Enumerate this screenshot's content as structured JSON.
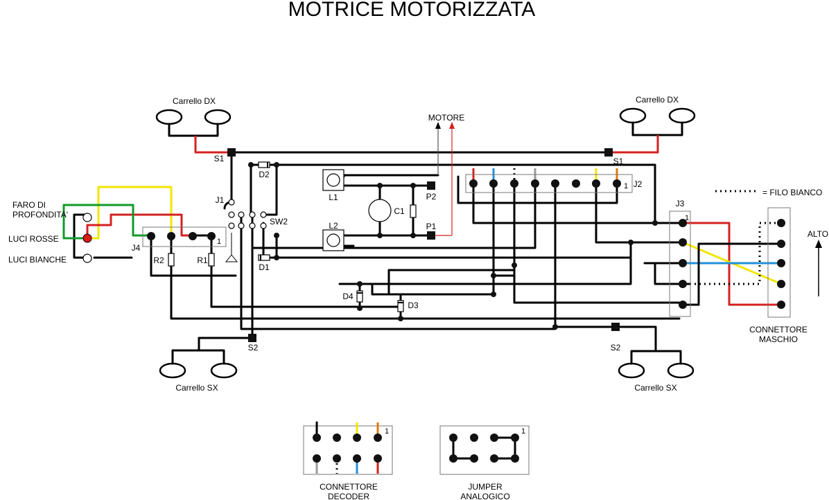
{
  "title": "MOTRICE MOTORIZZATA",
  "labels": {
    "carrello_dx_left": "Carrello DX",
    "carrello_dx_right": "Carrello DX",
    "carrello_sx_left": "Carrello SX",
    "carrello_sx_right": "Carrello SX",
    "motore": "MOTORE",
    "faro": "FARO DI",
    "profondita": "PROFONDITA'",
    "luci_rosse": "LUCI ROSSE",
    "luci_bianche": "LUCI BIANCHE",
    "filo_bianco": "= FILO BIANCO",
    "alto": "ALTO",
    "connettore_maschio_1": "CONNETTORE",
    "connettore_maschio_2": "MASCHIO",
    "connettore_decoder_1": "CONNETTORE",
    "connettore_decoder_2": "DECODER",
    "jumper_1": "JUMPER",
    "jumper_2": "ANALOGICO",
    "pin_one": "1"
  },
  "components": {
    "s1_left": "S1",
    "s1_right": "S1",
    "s2_left": "S2",
    "s2_right": "S2",
    "j1": "J1",
    "j2": "J2",
    "j3": "J3",
    "j4": "J4",
    "sw2": "SW2",
    "d1": "D1",
    "d2": "D2",
    "d3": "D3",
    "d4": "D4",
    "l1": "L1",
    "l2": "L2",
    "c1": "C1",
    "p1": "P1",
    "p2": "P2",
    "r1": "R1",
    "r2": "R2"
  },
  "wire_colors": {
    "red": "#d42020",
    "yellow": "#f2e600",
    "green": "#119a2a",
    "blue": "#1f8fdb",
    "orange": "#e07a10",
    "grey": "#9a9a9a",
    "black": "#000000"
  }
}
